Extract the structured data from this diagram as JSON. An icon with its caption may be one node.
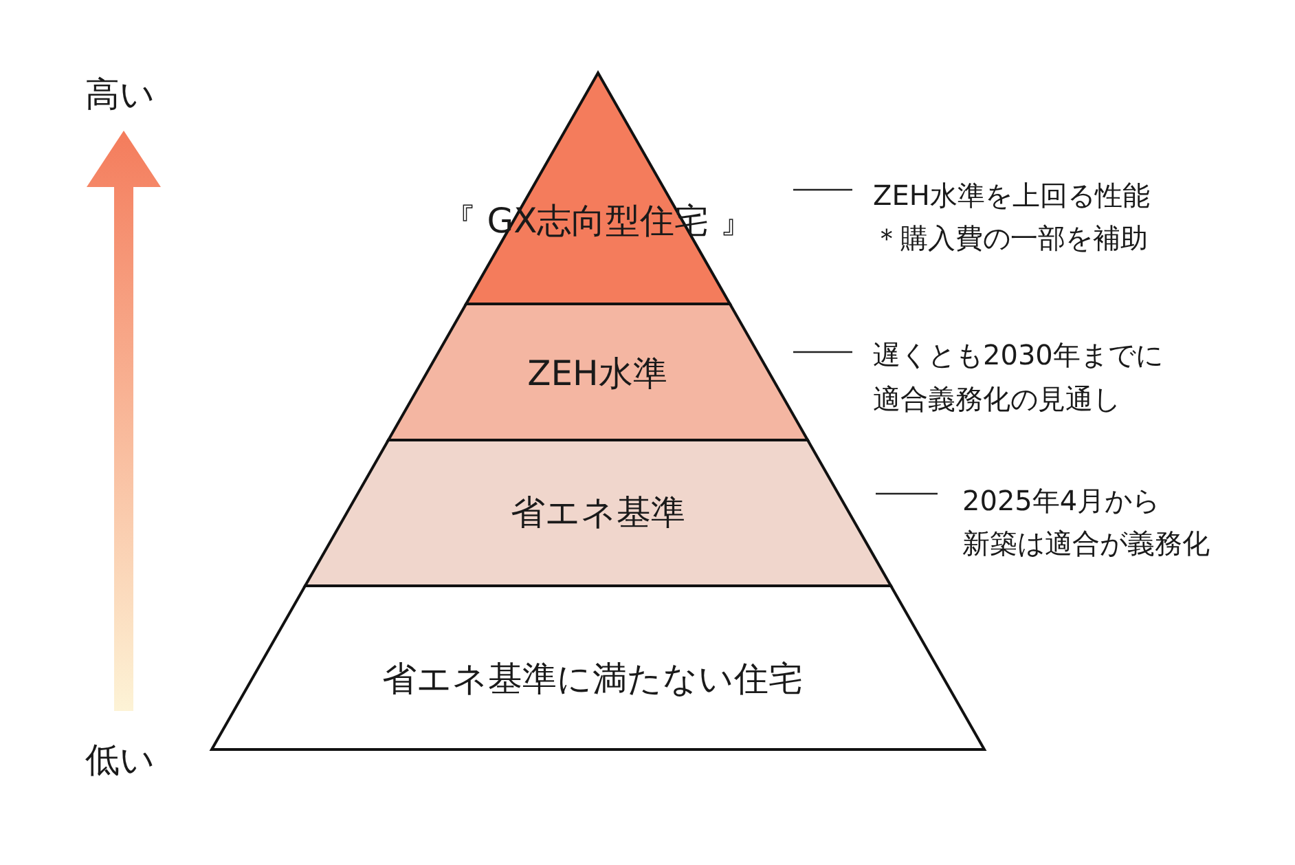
{
  "diagram": {
    "nodes": [
      {
        "text": [
          "『 GX志向型住宅 』"
        ]
      },
      {
        "text": [
          "ZEH水準"
        ]
      },
      {
        "text": [
          "省エネ基準"
        ]
      },
      {
        "text": [
          "省エネ基準に満たない住宅"
        ]
      }
    ],
    "labels": [
      "高い",
      "低い",
      "ZEH水準を上回る性能",
      "＊購入費の一部を補助",
      "遅くとも2030年までに",
      "適合義務化の見通し",
      "2025年4月から",
      "新築は適合が義務化"
    ]
  }
}
